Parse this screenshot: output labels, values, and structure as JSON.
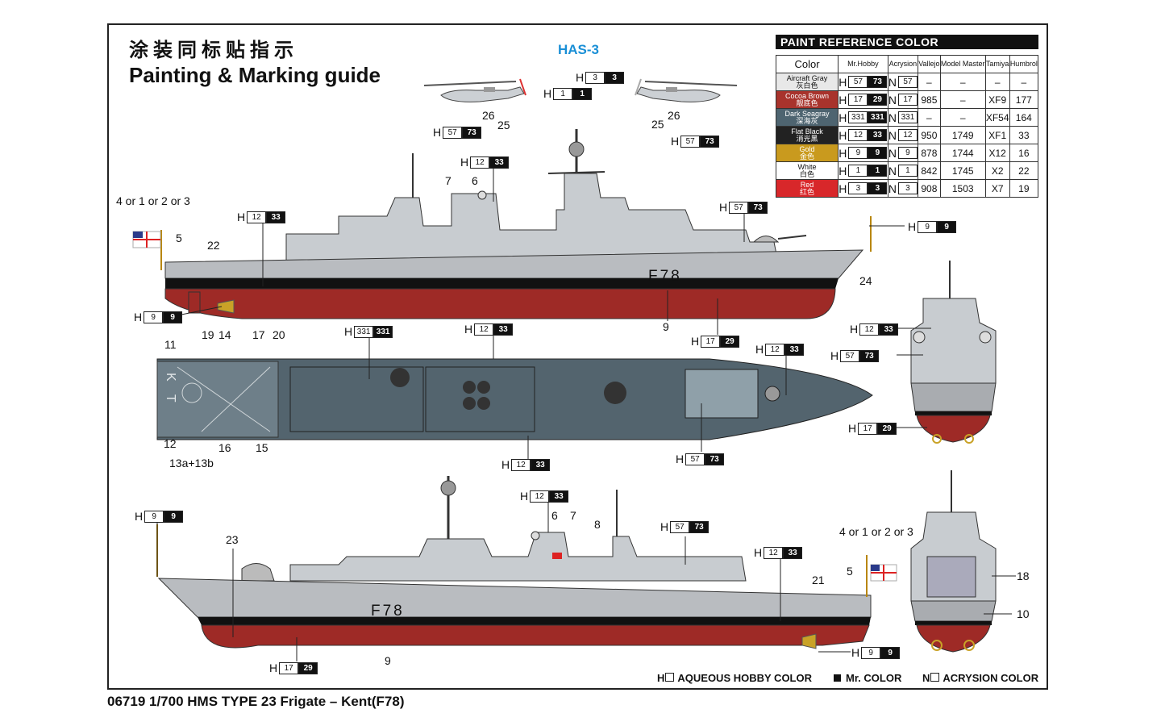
{
  "title_cn": "涂装同标贴指示",
  "title_en": "Painting & Marking guide",
  "helicopter_label": "HAS-3",
  "footer": "06719 1/700 HMS TYPE 23 Frigate – Kent(F78)",
  "hull_number": "F78",
  "deck_letters": "K T",
  "paint_table": {
    "title": "PAINT  REFERENCE COLOR",
    "headers": [
      "Color",
      "Mr.Hobby",
      "Acrysion",
      "Vallejo",
      "Model Master",
      "Tamiya",
      "Humbrol"
    ],
    "rows": [
      {
        "name": "Aircraft Gray",
        "cn": "灰白色",
        "swatch": "#e8e8e8",
        "text": "#111",
        "h": "57",
        "hb": "73",
        "n": "57",
        "vallejo": "–",
        "mm": "–",
        "tamiya": "–",
        "humbrol": "–"
      },
      {
        "name": "Cocoa Brown",
        "cn": "靓底色",
        "swatch": "#a8332c",
        "text": "#fff",
        "h": "17",
        "hb": "29",
        "n": "17",
        "vallejo": "985",
        "mm": "–",
        "tamiya": "XF9",
        "humbrol": "177"
      },
      {
        "name": "Dark Seagray",
        "cn": "深海灰",
        "swatch": "#4e6470",
        "text": "#fff",
        "h": "331",
        "hb": "331",
        "n": "331",
        "vallejo": "–",
        "mm": "–",
        "tamiya": "XF54",
        "humbrol": "164"
      },
      {
        "name": "Flat Black",
        "cn": "消光黑",
        "swatch": "#222222",
        "text": "#fff",
        "h": "12",
        "hb": "33",
        "n": "12",
        "vallejo": "950",
        "mm": "1749",
        "tamiya": "XF1",
        "humbrol": "33"
      },
      {
        "name": "Gold",
        "cn": "金色",
        "swatch": "#c99a1e",
        "text": "#fff",
        "h": "9",
        "hb": "9",
        "n": "9",
        "vallejo": "878",
        "mm": "1744",
        "tamiya": "X12",
        "humbrol": "16"
      },
      {
        "name": "White",
        "cn": "白色",
        "swatch": "#ffffff",
        "text": "#111",
        "h": "1",
        "hb": "1",
        "n": "1",
        "vallejo": "842",
        "mm": "1745",
        "tamiya": "X2",
        "humbrol": "22"
      },
      {
        "name": "Red",
        "cn": "红色",
        "swatch": "#d8272a",
        "text": "#fff",
        "h": "3",
        "hb": "3",
        "n": "3",
        "vallejo": "908",
        "mm": "1503",
        "tamiya": "X7",
        "humbrol": "19"
      }
    ]
  },
  "legend": {
    "aqueous": "AQUEOUS HOBBY COLOR",
    "mr": "Mr. COLOR",
    "acrysion": "ACRYSION COLOR",
    "h": "H",
    "n": "N"
  },
  "callouts": {
    "heli_h1": {
      "pre": "H",
      "w": "1",
      "b": "1"
    },
    "heli_h3": {
      "pre": "H",
      "w": "3",
      "b": "3"
    },
    "heli_left_57": {
      "pre": "H",
      "w": "57",
      "b": "73"
    },
    "heli_right_57": {
      "pre": "H",
      "w": "57",
      "b": "73"
    },
    "mast_12": {
      "pre": "H",
      "w": "12",
      "b": "33"
    },
    "stern_12": {
      "pre": "H",
      "w": "12",
      "b": "33"
    },
    "bow_57": {
      "pre": "H",
      "w": "57",
      "b": "73"
    },
    "bow_9": {
      "pre": "H",
      "w": "9",
      "b": "9"
    },
    "prop_9": {
      "pre": "H",
      "w": "9",
      "b": "9"
    },
    "hull_17": {
      "pre": "H",
      "w": "17",
      "b": "29"
    },
    "deck_331": {
      "pre": "H",
      "w": "331",
      "b": "331"
    },
    "deck_12a": {
      "pre": "H",
      "w": "12",
      "b": "33"
    },
    "deck_12b": {
      "pre": "H",
      "w": "12",
      "b": "33"
    },
    "deck_12c": {
      "pre": "H",
      "w": "12",
      "b": "33"
    },
    "deck_57": {
      "pre": "H",
      "w": "57",
      "b": "73"
    },
    "front_12": {
      "pre": "H",
      "w": "12",
      "b": "33"
    },
    "front_57": {
      "pre": "H",
      "w": "57",
      "b": "73"
    },
    "front_17": {
      "pre": "H",
      "w": "17",
      "b": "29"
    },
    "s2_9": {
      "pre": "H",
      "w": "9",
      "b": "9"
    },
    "s2_12a": {
      "pre": "H",
      "w": "12",
      "b": "33"
    },
    "s2_57": {
      "pre": "H",
      "w": "57",
      "b": "73"
    },
    "s2_12b": {
      "pre": "H",
      "w": "12",
      "b": "33"
    },
    "s2_17": {
      "pre": "H",
      "w": "17",
      "b": "29"
    },
    "s2_prop": {
      "pre": "H",
      "w": "9",
      "b": "9"
    }
  },
  "numbers": {
    "flag1": "4 or 1 or 2 or 3",
    "flag2": "4 or 1 or 2 or 3",
    "n5a": "5",
    "n22": "22",
    "n7a": "7",
    "n6a": "6",
    "n9a": "9",
    "n24": "24",
    "n26a": "26",
    "n25a": "25",
    "n25b": "25",
    "n26b": "26",
    "n11": "11",
    "n19": "19",
    "n14": "14",
    "n17": "17",
    "n20": "20",
    "n12": "12",
    "n13": "13a+13b",
    "n16": "16",
    "n15": "15",
    "n23": "23",
    "n6b": "6",
    "n7b": "7",
    "n8": "8",
    "n21": "21",
    "n5b": "5",
    "n9b": "9",
    "n18": "18",
    "n10": "10"
  }
}
